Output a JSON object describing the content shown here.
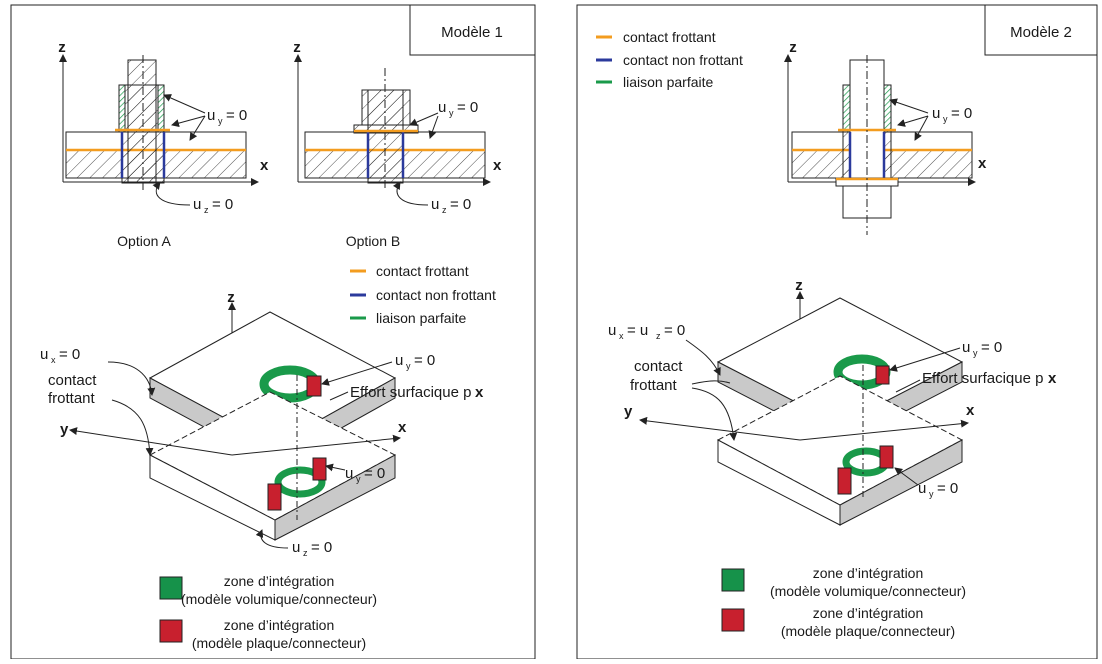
{
  "colors": {
    "friction": "#f39c1f",
    "no_friction": "#2b3a9c",
    "perfect": "#1a9a4a",
    "zone_green": "#16924a",
    "zone_red": "#c8202e",
    "grey": "#c9c9c9"
  },
  "panel1": {
    "title": "Modèle 1",
    "option_a": "Option A",
    "option_b": "Option B",
    "legend": [
      {
        "label": "contact frottant",
        "color": "#f39c1f"
      },
      {
        "label": "contact non frottant",
        "color": "#2b3a9c"
      },
      {
        "label": "liaison parfaite",
        "color": "#1a9a4a"
      }
    ],
    "uy0": "u",
    "uy0_sub": "y",
    "uy0_rest": "= 0",
    "uz0": "u",
    "uz0_sub": "z",
    "uz0_rest": "= 0",
    "ux0": "u",
    "ux0_sub": "x",
    "ux0_rest": "= 0",
    "contact": "contact",
    "frottant": "frottant",
    "effort": "Effort surfacique p",
    "effort_x": "x",
    "axis_z": "z",
    "axis_x": "x",
    "axis_y": "y",
    "zone1_line1": "zone d’intégration",
    "zone1_line2": "(modèle volumique/connecteur)",
    "zone2_line1": "zone d’intégration",
    "zone2_line2": "(modèle plaque/connecteur)"
  },
  "panel2": {
    "title": "Modèle 2",
    "legend": [
      {
        "label": "contact frottant",
        "color": "#f39c1f"
      },
      {
        "label": "contact non frottant",
        "color": "#2b3a9c"
      },
      {
        "label": "liaison parfaite",
        "color": "#1a9a4a"
      }
    ],
    "uxz_u1": "u",
    "uxz_sub1": "x",
    "uxz_eq": "= u",
    "uxz_sub2": "z",
    "uxz_rest": "= 0",
    "contact": "contact",
    "frottant": "frottant",
    "effort": "Effort surfacique p",
    "effort_x": "x",
    "uy0": "u",
    "uy0_sub": "y",
    "uy0_rest": "= 0",
    "axis_z": "z",
    "axis_x": "x",
    "axis_y": "y",
    "zone1_line1": "zone d’intégration",
    "zone1_line2": "(modèle volumique/connecteur)",
    "zone2_line1": "zone d’intégration",
    "zone2_line2": "(modèle plaque/connecteur)"
  }
}
